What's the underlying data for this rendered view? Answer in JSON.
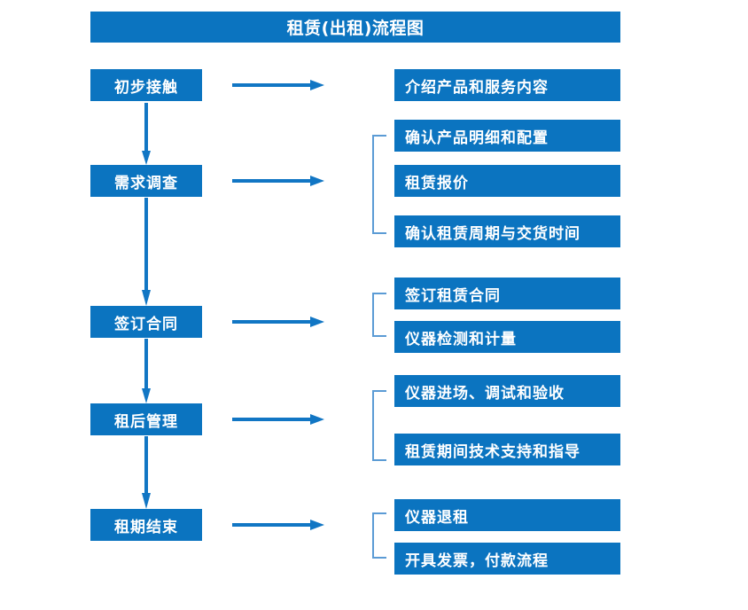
{
  "diagram": {
    "title": "租赁(出租)流程图",
    "colors": {
      "box_blue": "#0b74c0",
      "bracket_blue": "#5b9bd5",
      "arrow_blue": "#1176c4",
      "text_white": "#ffffff",
      "background": "#ffffff"
    },
    "stages": [
      {
        "id": "stage-1",
        "label": "初步接触"
      },
      {
        "id": "stage-2",
        "label": "需求调查"
      },
      {
        "id": "stage-3",
        "label": "签订合同"
      },
      {
        "id": "stage-4",
        "label": "租后管理"
      },
      {
        "id": "stage-5",
        "label": "租期结束"
      }
    ],
    "details": [
      {
        "id": "detail-1",
        "label": "介绍产品和服务内容",
        "group": 1
      },
      {
        "id": "detail-2",
        "label": "确认产品明细和配置",
        "group": 2
      },
      {
        "id": "detail-3",
        "label": "租赁报价",
        "group": 2
      },
      {
        "id": "detail-4",
        "label": "确认租赁周期与交货时间",
        "group": 2
      },
      {
        "id": "detail-5",
        "label": "签订租赁合同",
        "group": 3
      },
      {
        "id": "detail-6",
        "label": "仪器检测和计量",
        "group": 3
      },
      {
        "id": "detail-7",
        "label": "仪器进场、调试和验收",
        "group": 4
      },
      {
        "id": "detail-8",
        "label": "租赁期间技术支持和指导",
        "group": 4
      },
      {
        "id": "detail-9",
        "label": "仪器退租",
        "group": 5
      },
      {
        "id": "detail-10",
        "label": "开具发票，付款流程",
        "group": 5
      }
    ],
    "connectors": {
      "horizontal_arrow_count": 5,
      "vertical_arrow_count": 4,
      "bracket_count": 4
    }
  }
}
